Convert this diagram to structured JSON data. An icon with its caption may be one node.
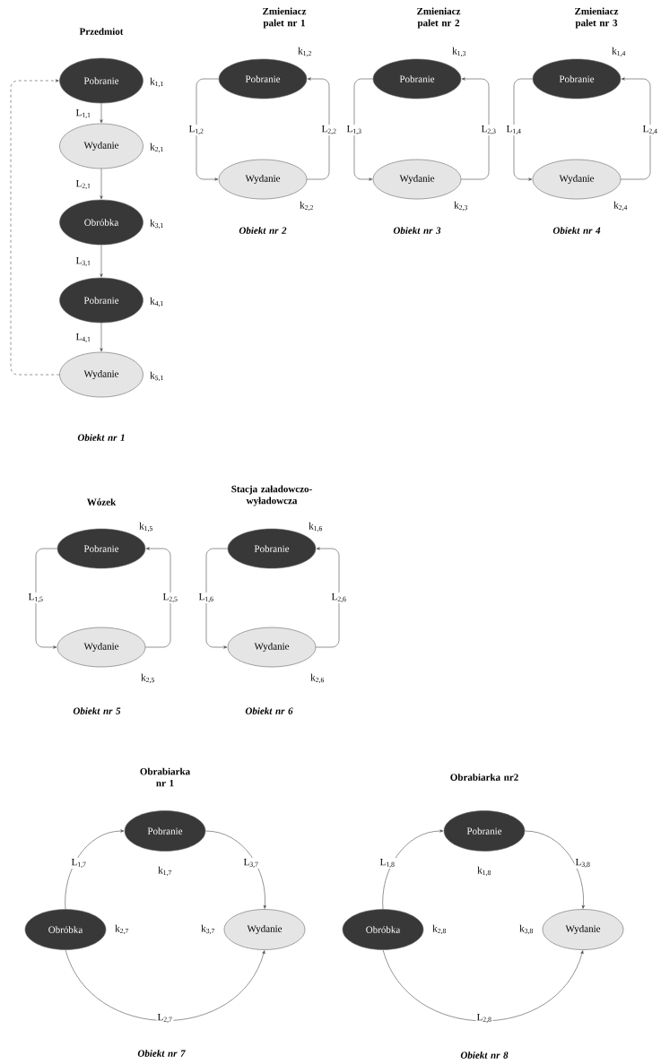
{
  "diagram": {
    "nodes": [
      {
        "text": [
          "Pobranie"
        ],
        "beside": [
          "k$_{1,1}$"
        ]
      },
      {
        "text": [
          "Wydanie"
        ],
        "beside": [
          "k$_{2,1}$"
        ]
      },
      {
        "text": [
          "Obróbka"
        ],
        "beside": [
          "k$_{3,1}$"
        ]
      },
      {
        "text": [
          "Pobranie"
        ],
        "beside": [
          "k$_{4,1}$"
        ]
      },
      {
        "text": [
          "Wydanie"
        ],
        "beside": [
          "k$_{5,1}$"
        ]
      },
      {
        "text": [
          "Pobranie"
        ],
        "beside": [
          "k$_{1,2}$"
        ]
      },
      {
        "text": [
          "Wydanie"
        ],
        "beside": [
          "k$_{2,2}$"
        ]
      },
      {
        "text": [
          "Pobranie"
        ],
        "beside": [
          "k$_{1,3}$"
        ]
      },
      {
        "text": [
          "Wydanie"
        ],
        "beside": [
          "k$_{2,3}$"
        ]
      },
      {
        "text": [
          "Pobranie"
        ],
        "beside": [
          "k$_{1,4}$"
        ]
      },
      {
        "text": [
          "Wydanie"
        ],
        "beside": [
          "k$_{2,4}$"
        ]
      },
      {
        "text": [
          "Pobranie"
        ],
        "beside": [
          "k$_{1,5}$"
        ]
      },
      {
        "text": [
          "Wydanie"
        ],
        "beside": [
          "k$_{2,5}$"
        ]
      },
      {
        "text": [
          "Pobranie"
        ],
        "beside": [
          "k$_{1,6}$"
        ]
      },
      {
        "text": [
          "Wydanie"
        ],
        "beside": [
          "k$_{2,6}$"
        ]
      },
      {
        "text": [
          "Pobranie"
        ],
        "beside": [
          "k$_{1,7}$"
        ]
      },
      {
        "text": [
          "Obróbka"
        ],
        "beside": [
          "k$_{2,7}$"
        ]
      },
      {
        "text": [
          "Wydanie"
        ],
        "beside": [
          "k$_{3,7}$"
        ]
      },
      {
        "text": [
          "Pobranie"
        ],
        "beside": [
          "k$_{1,8}$"
        ]
      },
      {
        "text": [
          "Obróbka"
        ],
        "beside": [
          "k$_{2,8}$"
        ]
      },
      {
        "text": [
          "Wydanie"
        ],
        "beside": [
          "k$_{3,8}$"
        ]
      }
    ],
    "edges": [
      {
        "from": 0,
        "to": 1,
        "arrow": "to",
        "label": "L$_{1,1}$"
      },
      {
        "from": 1,
        "to": 2,
        "arrow": "to",
        "label": "L$_{2,1}$"
      },
      {
        "from": 2,
        "to": 3,
        "arrow": "to",
        "label": "L$_{3,1}$"
      },
      {
        "from": 3,
        "to": 4,
        "arrow": "to",
        "label": "L$_{4,1}$"
      },
      {
        "from": 4,
        "to": 0,
        "arrow": "to",
        "style": "dashed"
      },
      {
        "from": 5,
        "to": 6,
        "arrow": "to",
        "label": "L$_{1,2}$"
      },
      {
        "from": 6,
        "to": 5,
        "arrow": "to",
        "label": "L$_{2,2}$"
      },
      {
        "from": 7,
        "to": 8,
        "arrow": "to",
        "label": "L$_{1,3}$"
      },
      {
        "from": 8,
        "to": 7,
        "arrow": "to",
        "label": "L$_{2,3}$"
      },
      {
        "from": 9,
        "to": 10,
        "arrow": "to",
        "label": "L$_{1,4}$"
      },
      {
        "from": 10,
        "to": 9,
        "arrow": "to",
        "label": "L$_{2,4}$"
      },
      {
        "from": 11,
        "to": 12,
        "arrow": "to",
        "label": "L$_{1,5}$"
      },
      {
        "from": 12,
        "to": 11,
        "arrow": "to",
        "label": "L$_{2,5}$"
      },
      {
        "from": 13,
        "to": 14,
        "arrow": "to",
        "label": "L$_{1,6}$"
      },
      {
        "from": 14,
        "to": 13,
        "arrow": "to",
        "label": "L$_{2,6}$"
      },
      {
        "from": 16,
        "to": 15,
        "arrow": "to",
        "label": "L$_{1,7}$"
      },
      {
        "from": 15,
        "to": 17,
        "arrow": "to",
        "label": "L$_{3,7}$"
      },
      {
        "from": 16,
        "to": 17,
        "arrow": "to",
        "label": "L$_{2,7}$"
      },
      {
        "from": 19,
        "to": 18,
        "arrow": "to",
        "label": "L$_{1,8}$"
      },
      {
        "from": 18,
        "to": 20,
        "arrow": "to",
        "label": "L$_{3,8}$"
      },
      {
        "from": 19,
        "to": 20,
        "arrow": "to",
        "label": "L$_{2,8}$"
      }
    ],
    "labels": [
      "Przedmiot",
      "Zmieniacz palet nr 1",
      "Zmieniacz palet nr 2",
      "Zmieniacz palet nr 3",
      "Obiekt nr 2",
      "Obiekt nr 3",
      "Obiekt nr 4",
      "Obiekt nr 1",
      "Stacja załadowczo-wyładowcza",
      "Wózek",
      "Obiekt nr 5",
      "Obiekt nr 6",
      "Obrabiarka nr 1",
      "Obrabiarka nr2",
      "Obiekt nr 7",
      "Obiekt nr 8"
    ]
  }
}
